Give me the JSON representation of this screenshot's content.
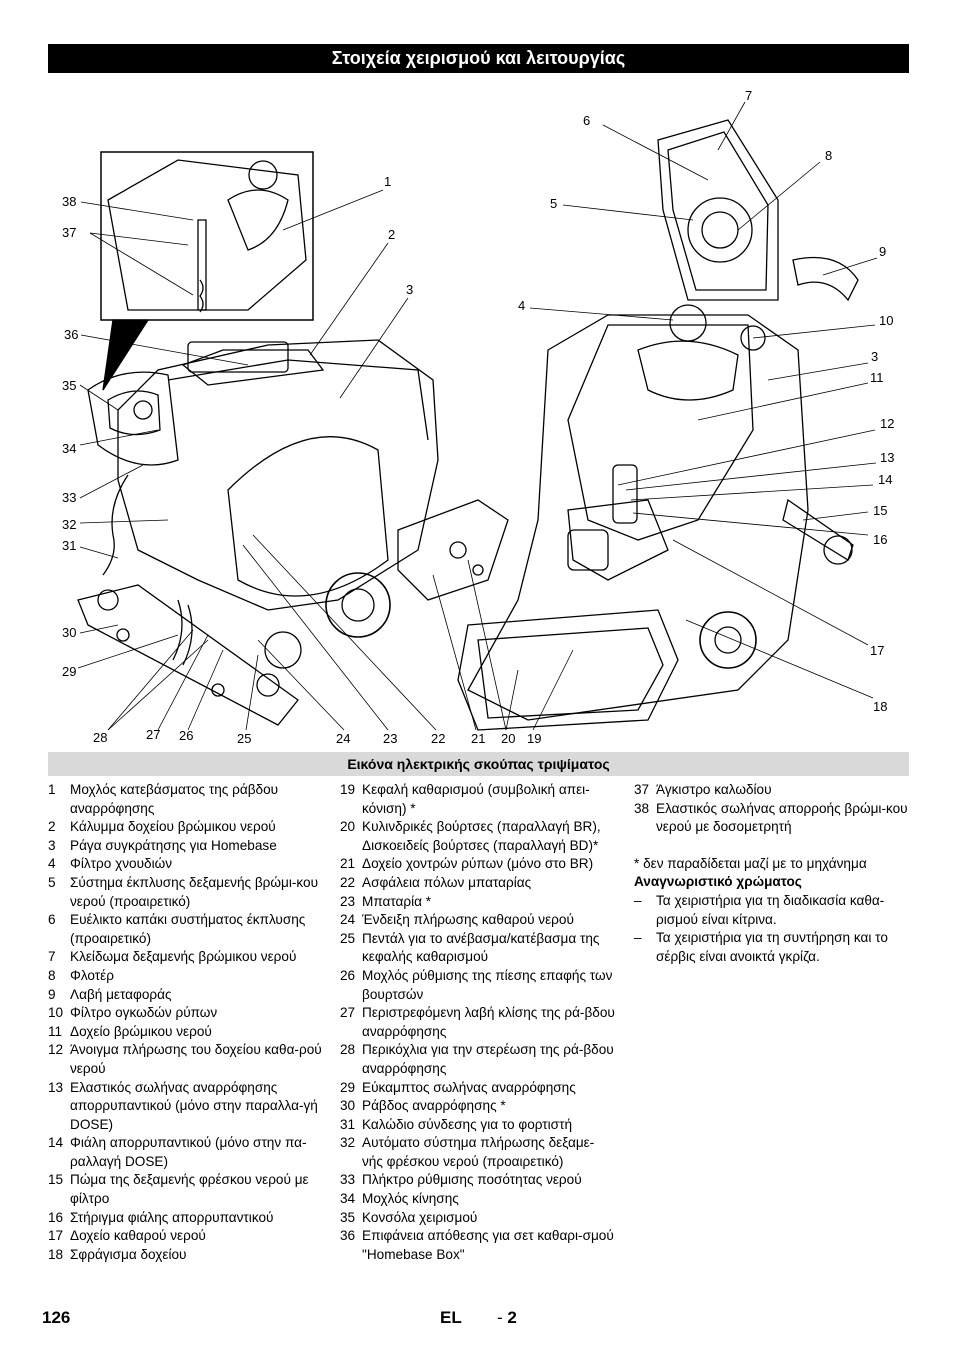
{
  "header": {
    "title": "Στοιχεία χειρισμού και λειτουργίας"
  },
  "figure": {
    "caption": "Εικόνα ηλεκτρικής σκούπας τριψίματος",
    "callouts": [
      "1",
      "2",
      "3",
      "4",
      "5",
      "6",
      "7",
      "8",
      "9",
      "10",
      "3",
      "11",
      "12",
      "13",
      "14",
      "15",
      "16",
      "17",
      "18",
      "38",
      "37",
      "36",
      "35",
      "34",
      "33",
      "32",
      "31",
      "30",
      "29",
      "28",
      "27",
      "26",
      "25",
      "24",
      "23",
      "22",
      "21",
      "20",
      "19"
    ]
  },
  "legend": {
    "col1": [
      {
        "n": "1",
        "t": "Μοχλός κατεβάσματος της ράβδου αναρρόφησης"
      },
      {
        "n": "2",
        "t": "Κάλυμμα δοχείου βρώμικου νερού"
      },
      {
        "n": "3",
        "t": "Ράγα συγκράτησης για Homebase"
      },
      {
        "n": "4",
        "t": "Φίλτρο χνουδιών"
      },
      {
        "n": "5",
        "t": "Σύστημα έκπλυσης δεξαμενής βρώμι-κου νερού (προαιρετικό)"
      },
      {
        "n": "6",
        "t": "Ευέλικτο καπάκι συστήματος έκπλυσης (προαιρετικό)"
      },
      {
        "n": "7",
        "t": "Κλείδωμα δεξαμενής βρώμικου νερού"
      },
      {
        "n": "8",
        "t": "Φλοτέρ"
      },
      {
        "n": "9",
        "t": "Λαβή μεταφοράς"
      },
      {
        "n": "10",
        "t": "Φίλτρο ογκωδών ρύπων"
      },
      {
        "n": "11",
        "t": "Δοχείο βρώμικου νερού"
      },
      {
        "n": "12",
        "t": "Άνοιγμα πλήρωσης του δοχείου καθα-ρού νερού"
      },
      {
        "n": "13",
        "t": "Ελαστικός σωλήνας αναρρόφησης απορρυπαντικού (μόνο στην παραλλα-γή DOSE)"
      },
      {
        "n": "14",
        "t": "Φιάλη απορρυπαντικού (μόνο στην πα-ραλλαγή DOSE)"
      },
      {
        "n": "15",
        "t": "Πώμα της δεξαμενής φρέσκου νερού με φίλτρο"
      },
      {
        "n": "16",
        "t": "Στήριγμα φιάλης απορρυπαντικού"
      },
      {
        "n": "17",
        "t": "Δοχείο καθαρού νερού"
      },
      {
        "n": "18",
        "t": "Σφράγισμα δοχείου"
      }
    ],
    "col2": [
      {
        "n": "19",
        "t": "Κεφαλή καθαρισμού (συμβολική απει-κόνιση) *"
      },
      {
        "n": "20",
        "t": "Κυλινδρικές βούρτσες (παραλλαγή BR), Δισκοειδείς βούρτσες (παραλλαγή BD)*"
      },
      {
        "n": "21",
        "t": "Δοχείο χοντρών ρύπων (μόνο στο BR)"
      },
      {
        "n": "22",
        "t": "Ασφάλεια πόλων μπαταρίας"
      },
      {
        "n": "23",
        "t": "Μπαταρία *"
      },
      {
        "n": "24",
        "t": "Ένδειξη πλήρωσης καθαρού νερού"
      },
      {
        "n": "25",
        "t": "Πεντάλ για το ανέβασμα/κατέβασμα της κεφαλής καθαρισμού"
      },
      {
        "n": "26",
        "t": "Μοχλός ρύθμισης της πίεσης επαφής των βουρτσών"
      },
      {
        "n": "27",
        "t": "Περιστρεφόμενη λαβή κλίσης της ρά-βδου αναρρόφησης"
      },
      {
        "n": "28",
        "t": "Περικόχλια για την στερέωση της ρά-βδου αναρρόφησης"
      },
      {
        "n": "29",
        "t": "Εύκαμπτος σωλήνας αναρρόφησης"
      },
      {
        "n": "30",
        "t": "Ράβδος αναρρόφησης *"
      },
      {
        "n": "31",
        "t": "Καλώδιο σύνδεσης για το φορτιστή"
      },
      {
        "n": "32",
        "t": "Αυτόματο σύστημα πλήρωσης δεξαμε-νής φρέσκου νερού (προαιρετικό)"
      },
      {
        "n": "33",
        "t": "Πλήκτρο ρύθμισης ποσότητας νερού"
      },
      {
        "n": "34",
        "t": "Μοχλός κίνησης"
      },
      {
        "n": "35",
        "t": "Κονσόλα χειρισμού"
      },
      {
        "n": "36",
        "t": "Επιφάνεια απόθεσης για σετ καθαρι-σμού \"Homebase Box\""
      }
    ],
    "col3": [
      {
        "n": "37",
        "t": "Άγκιστρο καλωδίου"
      },
      {
        "n": "38",
        "t": "Ελαστικός σωλήνας απορροής βρώμι-κου νερού με δοσομετρητή"
      }
    ],
    "note": "* δεν παραδίδεται μαζί με το μηχάνημα",
    "color_heading": "Αναγνωριστικό χρώματος",
    "color_items": [
      {
        "d": "–",
        "t": "Τα χειριστήρια για τη διαδικασία καθα-ρισμού είναι κίτρινα."
      },
      {
        "d": "–",
        "t": "Τα χειριστήρια για τη συντήρηση και το σέρβις είναι ανοικτά γκρίζα."
      }
    ]
  },
  "footer": {
    "page": "126",
    "lang": "EL",
    "dash": "-",
    "sub": "2"
  }
}
